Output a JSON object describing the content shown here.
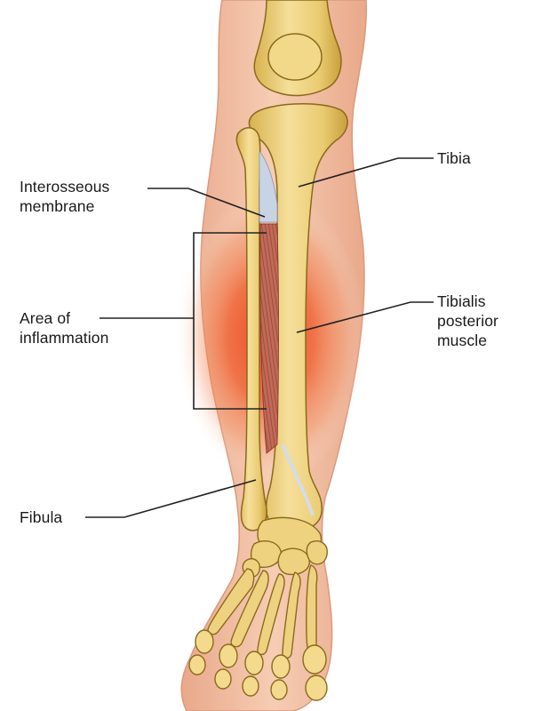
{
  "labels": {
    "tibia": "Tibia",
    "interosseous": "Interosseous\nmembrane",
    "inflammation": "Area of\ninflammation",
    "tibialis": "Tibialis\nposterior\nmuscle",
    "fibula": "Fibula"
  },
  "colors": {
    "skin": "#f3c1a6",
    "skin_outline": "#d99a7d",
    "bone": "#e7c66d",
    "bone_light": "#f6e09b",
    "bone_outline": "#8a6a1c",
    "muscle": "#b35b4c",
    "membrane": "#c9d3e6",
    "inflammation": "#ee3a1a",
    "leader": "#222222"
  }
}
